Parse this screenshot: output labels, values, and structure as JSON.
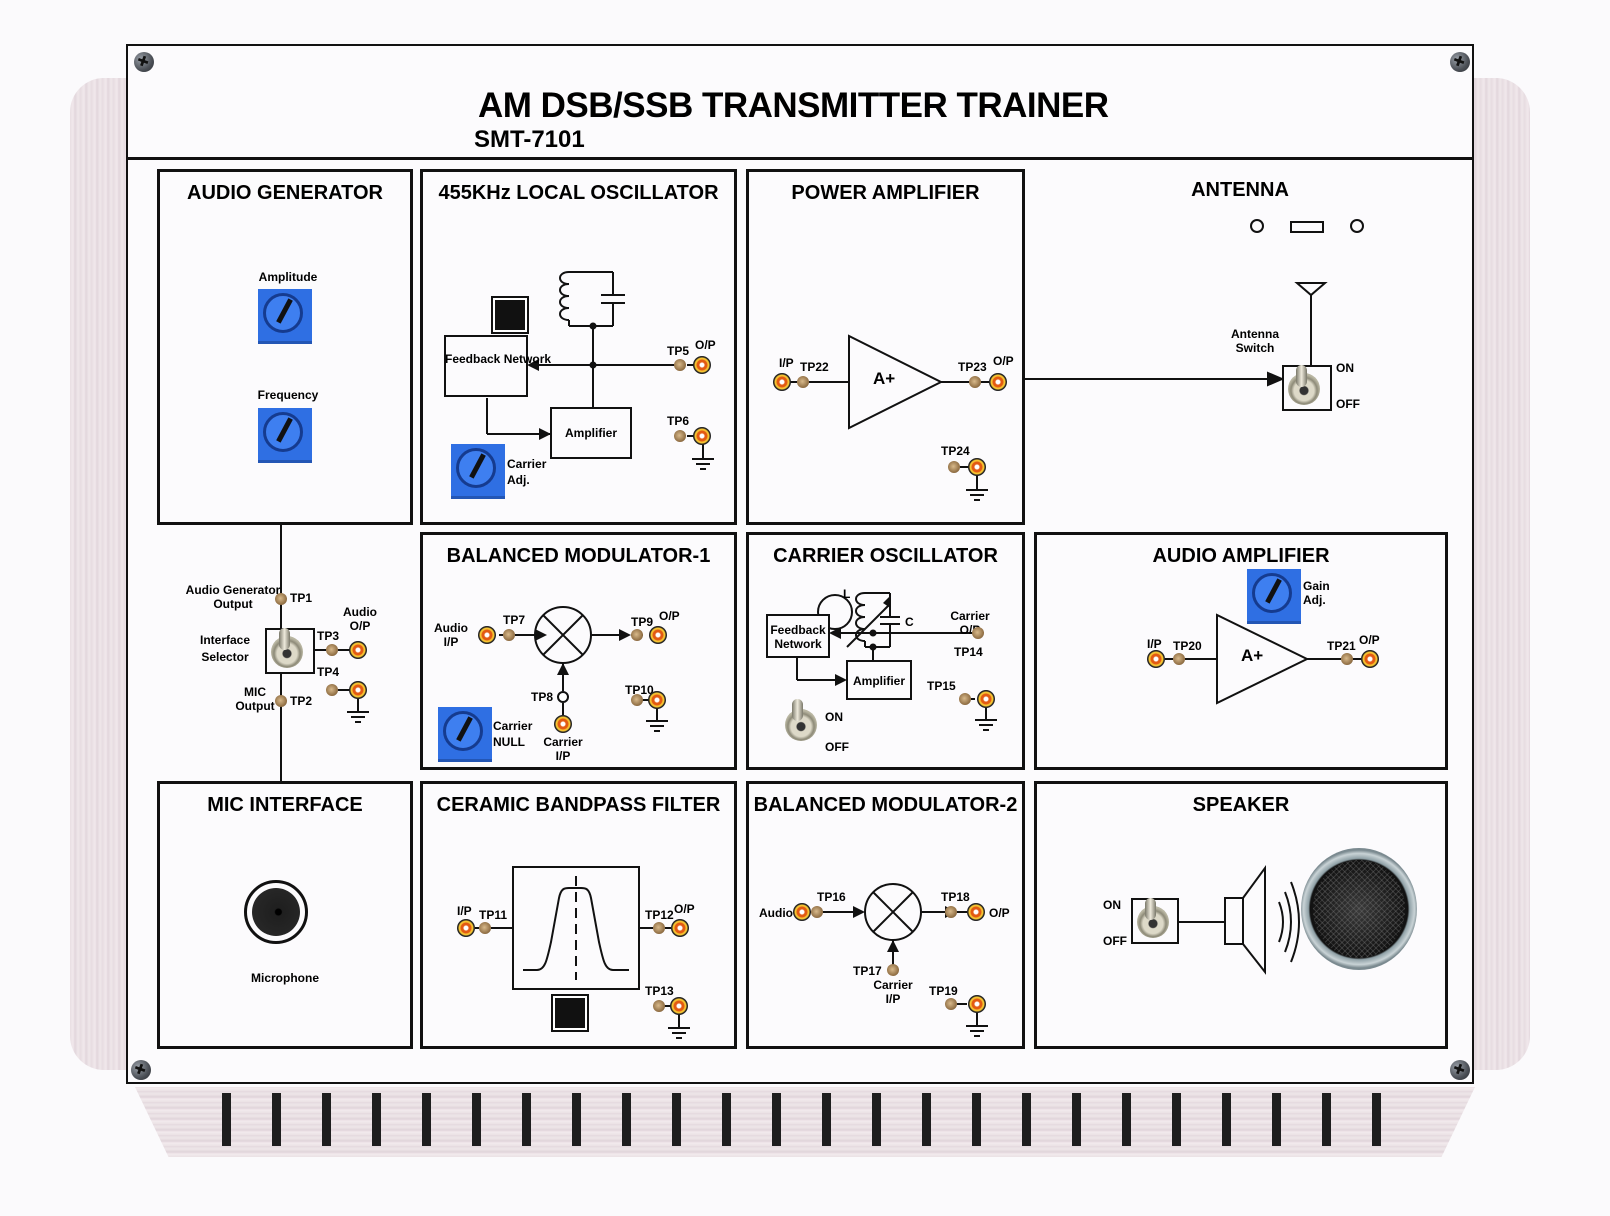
{
  "device": {
    "title": "AM DSB/SSB TRANSMITTER TRAINER",
    "model": "SMT-7101"
  },
  "blocks": {
    "audio_generator": {
      "title": "AUDIO GENERATOR",
      "controls": [
        {
          "label": "Amplitude",
          "icon": "potentiometer-icon"
        },
        {
          "label": "Frequency",
          "icon": "potentiometer-icon"
        }
      ]
    },
    "local_oscillator": {
      "title": "455KHz LOCAL OSCILLATOR",
      "feedback": "Feedback Network",
      "amplifier": "Amplifier",
      "pot_label": "Carrier Adj.",
      "tp_out": "TP5",
      "out_label": "O/P",
      "tp_gnd": "TP6"
    },
    "power_amplifier": {
      "title": "POWER AMPLIFIER",
      "in_label": "I/P",
      "tp_in": "TP22",
      "amp_symbol": "A+",
      "tp_out": "TP23",
      "out_label": "O/P",
      "tp_gnd": "TP24"
    },
    "antenna": {
      "title": "ANTENNA",
      "switch_label": "Antenna Switch",
      "on": "ON",
      "off": "OFF"
    },
    "interface": {
      "tp1": "TP1",
      "tp1_label": "Audio Generator Output",
      "selector_label": "Interface Selector",
      "tp2": "TP2",
      "tp2_label": "MIC Output",
      "tp3": "TP3",
      "out_label": "Audio O/P",
      "tp4": "TP4"
    },
    "balanced_mod_1": {
      "title": "BALANCED MODULATOR-1",
      "in_label": "Audio I/P",
      "tp_in": "TP7",
      "tp_out": "TP9",
      "out_label": "O/P",
      "tp_carrier": "TP8",
      "carrier_label": "Carrier I/P",
      "tp_gnd": "TP10",
      "pot_label": "Carrier NULL"
    },
    "carrier_oscillator": {
      "title": "CARRIER OSCILLATOR",
      "l_label": "L",
      "c_label": "C",
      "feedback": "Feedback Network",
      "amplifier": "Amplifier",
      "out_label": "Carrier O/P",
      "tp_out": "TP14",
      "tp_gnd": "TP15",
      "on": "ON",
      "off": "OFF"
    },
    "audio_amplifier": {
      "title": "AUDIO AMPLIFIER",
      "pot_label": "Gain Adj.",
      "in_label": "I/P",
      "tp_in": "TP20",
      "amp_symbol": "A+",
      "tp_out": "TP21",
      "out_label": "O/P"
    },
    "mic_interface": {
      "title": "MIC INTERFACE",
      "mic_label": "Microphone"
    },
    "ceramic_filter": {
      "title": "CERAMIC BANDPASS FILTER",
      "in_label": "I/P",
      "tp_in": "TP11",
      "tp_out": "TP12",
      "out_label": "O/P",
      "tp_gnd": "TP13"
    },
    "balanced_mod_2": {
      "title": "BALANCED MODULATOR-2",
      "in_label": "Audio",
      "tp_in": "TP16",
      "tp_out": "TP18",
      "out_label": "O/P",
      "tp_carrier": "TP17",
      "carrier_label": "Carrier I/P",
      "tp_gnd": "TP19"
    },
    "speaker": {
      "title": "SPEAKER",
      "on": "ON",
      "off": "OFF"
    }
  },
  "colors": {
    "pot_blue": "#2f6fe3",
    "jack_orange": "#e35a12",
    "panel": "#fcfbfd",
    "frame_wood": "#e9dfe3"
  }
}
